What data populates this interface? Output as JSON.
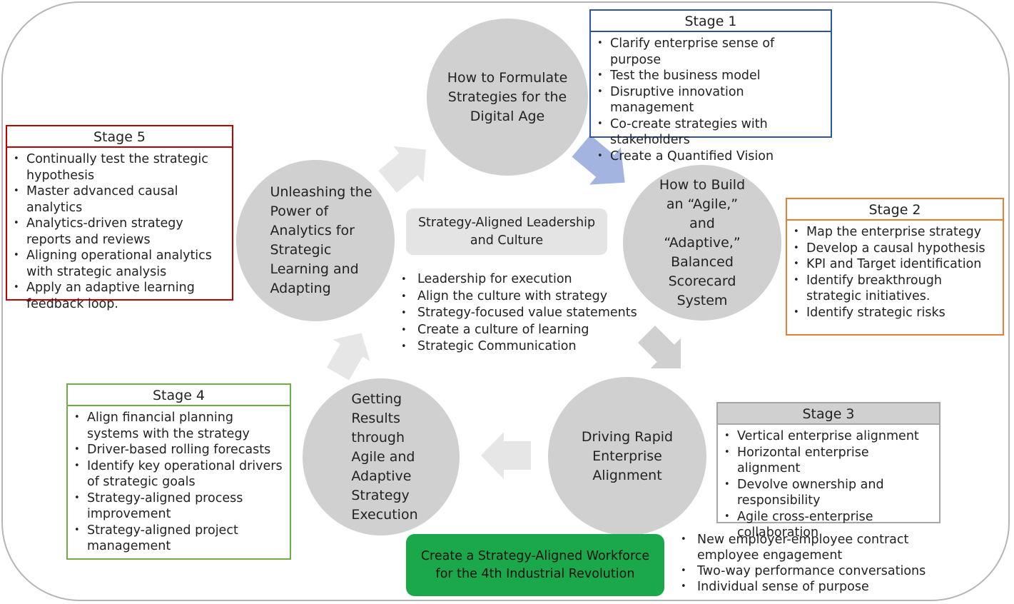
{
  "circles": {
    "formulate": [
      "How to Formulate",
      "Strategies for the",
      "Digital Age"
    ],
    "build": [
      "How to Build",
      "an “Agile,”",
      "and",
      "“Adaptive,”",
      "Balanced",
      "Scorecard",
      "System"
    ],
    "align": [
      "Driving Rapid",
      "Enterprise",
      "Alignment"
    ],
    "results": [
      "Getting",
      "Results",
      "through",
      "Agile and",
      "Adaptive",
      "Strategy",
      "Execution"
    ],
    "analytics": [
      "Unleashing the",
      "Power of",
      "Analytics for",
      "Strategic",
      "Learning and",
      "Adapting"
    ]
  },
  "stages": {
    "s1": {
      "title": "Stage 1",
      "color": "#2f5597",
      "items": [
        "Clarify enterprise sense of purpose",
        "Test the business model",
        "Disruptive innovation management",
        "Co-create strategies with stakeholders",
        "Create a Quantified Vision"
      ]
    },
    "s2": {
      "title": "Stage 2",
      "color": "#ed7d31",
      "items": [
        "Map the  enterprise strategy",
        "Develop a causal hypothesis",
        "KPI and Target identification",
        "Identify breakthrough strategic initiatives.",
        "Identify strategic risks"
      ]
    },
    "s3": {
      "title": "Stage 3",
      "color": "#a6a6a6",
      "items": [
        "Vertical enterprise alignment",
        "Horizontal enterprise alignment",
        "Devolve ownership and responsibility",
        "Agile  cross-enterprise collaboration"
      ]
    },
    "s4": {
      "title": "Stage 4",
      "color": "#70ad47",
      "items": [
        "Align financial planning systems with the strategy",
        "Driver-based rolling forecasts",
        "Identify key operational drivers of strategic goals",
        "Strategy-aligned process improvement",
        "Strategy-aligned project management"
      ]
    },
    "s5": {
      "title": "Stage 5",
      "color": "#c00000",
      "items": [
        "Continually test the strategic hypothesis",
        "Master advanced causal analytics",
        "Analytics-driven strategy reports and reviews",
        "Aligning  operational analytics with strategic analysis",
        "Apply an adaptive learning feedback loop."
      ]
    }
  },
  "center": {
    "title_lines": [
      "Strategy-Aligned Leadership",
      "and Culture"
    ],
    "items": [
      "Leadership for execution",
      "Align the culture with strategy",
      "Strategy-focused value statements",
      "Create a culture of learning",
      "Strategic Communication"
    ]
  },
  "workforce": {
    "title_lines": [
      "Create a Strategy-Aligned Workforce",
      "for the 4th Industrial Revolution"
    ],
    "color": "#1aa84a",
    "items": [
      "New employer-employee contract employee engagement",
      "Two-way performance conversations",
      "Individual sense of purpose"
    ]
  },
  "arrow_colors": {
    "highlight": "#a3b4e0",
    "normal": "#d0d0d0",
    "light": "#e6e6e6"
  }
}
